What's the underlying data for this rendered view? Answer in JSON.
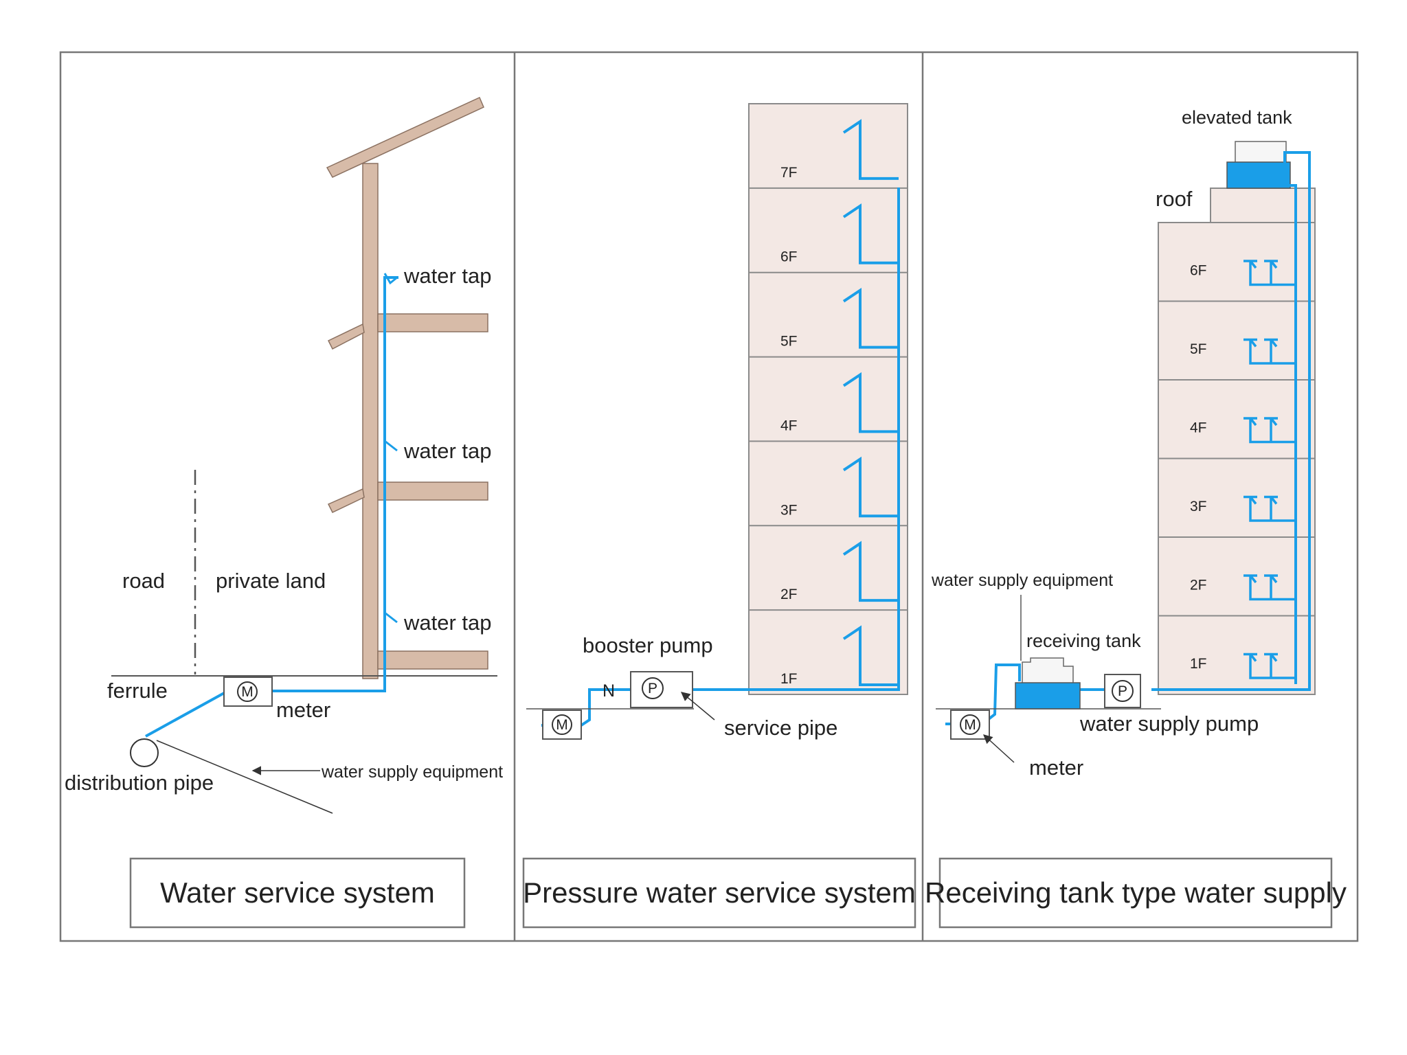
{
  "colors": {
    "pipe": "#1a9ee8",
    "tank_fill": "#1a9ee8",
    "building_fill": "#f3e8e4",
    "wood": "#d7bba8",
    "wood_stroke": "#8a7060",
    "line": "#555555"
  },
  "panels": [
    {
      "title": "Water service system",
      "labels": {
        "water_tap_top": "water tap",
        "water_tap_mid": "water tap",
        "water_tap_low": "water tap",
        "road": "road",
        "private_land": "private land",
        "ferrule": "ferrule",
        "meter": "meter",
        "distribution_pipe": "distribution pipe",
        "water_supply_equipment": "water supply equipment",
        "meter_symbol": "M"
      }
    },
    {
      "title": "Pressure water service system",
      "floors": [
        "7F",
        "6F",
        "5F",
        "4F",
        "3F",
        "2F",
        "1F"
      ],
      "labels": {
        "booster_pump": "booster pump",
        "service_pipe": "service pipe",
        "meter_symbol": "M",
        "pump_symbol": "P",
        "valve_symbol": "N"
      }
    },
    {
      "title": "Receiving tank type water supply",
      "floors": [
        "6F",
        "5F",
        "4F",
        "3F",
        "2F",
        "1F"
      ],
      "labels": {
        "elevated_tank": "elevated tank",
        "roof": "roof",
        "water_supply_equipment": "water supply equipment",
        "receiving_tank": "receiving tank",
        "water_supply_pump": "water supply pump",
        "meter": "meter",
        "meter_symbol": "M",
        "pump_symbol": "P"
      }
    }
  ]
}
